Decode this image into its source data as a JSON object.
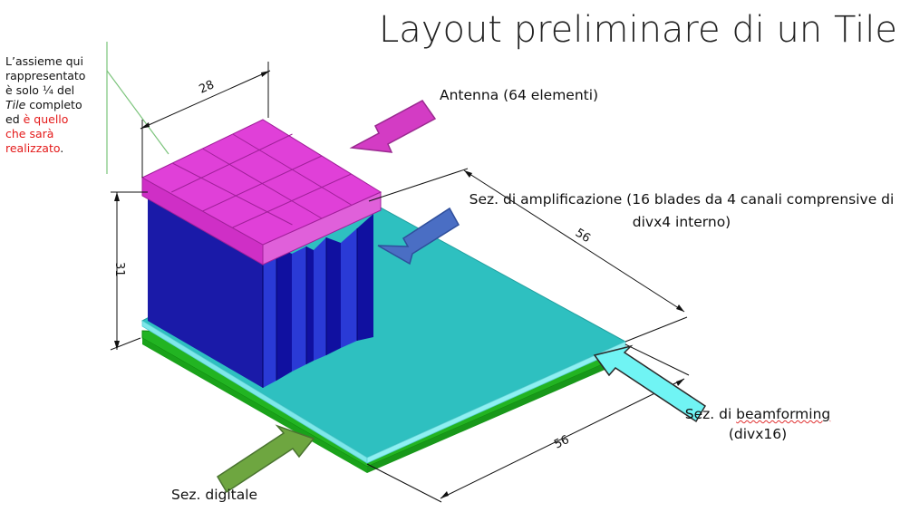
{
  "title": "Layout preliminare di un Tile",
  "note": {
    "part1": "L’assieme qui rappresentato è solo ¼ del ",
    "italic": "Tile",
    "part2": " completo ed ",
    "highlight": "è quello che sarà realizzato",
    "part3": "."
  },
  "labels": {
    "antenna": "Antenna (64 elementi)",
    "amplification_line1": "Sez. di amplificazione (16 blades da 4 canali comprensive di",
    "amplification_line2": "divx4 interno)",
    "beamforming_prefix": "Sez. di ",
    "beamforming_word": "beamforming",
    "beamforming_line2": "(divx16)",
    "digital": "Sez. digitale"
  },
  "dimensions": {
    "antenna_width": "28",
    "height": "31",
    "board_depth": "56",
    "board_width": "56"
  },
  "colors": {
    "antenna": "#e040d8",
    "amplifier_blades": "#1a1aa8",
    "beamforming_board": "#2ec0c0",
    "digital_board": "#22b422",
    "arrow_antenna": "#d33cc4",
    "arrow_amplification": "#4a6ec4",
    "arrow_beamforming": "#70f4f4",
    "arrow_digital": "#6ea640"
  }
}
